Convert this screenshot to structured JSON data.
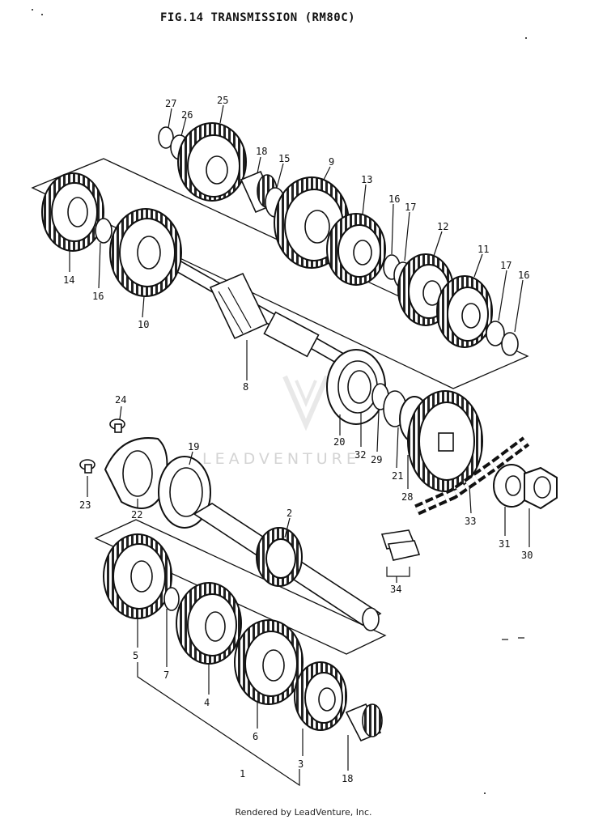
{
  "header": {
    "title": "FIG.14  TRANSMISSION (RM80C)"
  },
  "footer": {
    "text": "Rendered by LeadVenture, Inc."
  },
  "watermark": {
    "text": "LEADVENTURE"
  },
  "callouts": [
    "27",
    "26",
    "25",
    "18",
    "15",
    "9",
    "13",
    "16",
    "17",
    "12",
    "11",
    "17",
    "16",
    "14",
    "16",
    "10",
    "8",
    "20",
    "32",
    "29",
    "21",
    "28",
    "33",
    "31",
    "30",
    "24",
    "19",
    "23",
    "22",
    "2",
    "34",
    "5",
    "7",
    "4",
    "6",
    "3",
    "1",
    "18"
  ]
}
